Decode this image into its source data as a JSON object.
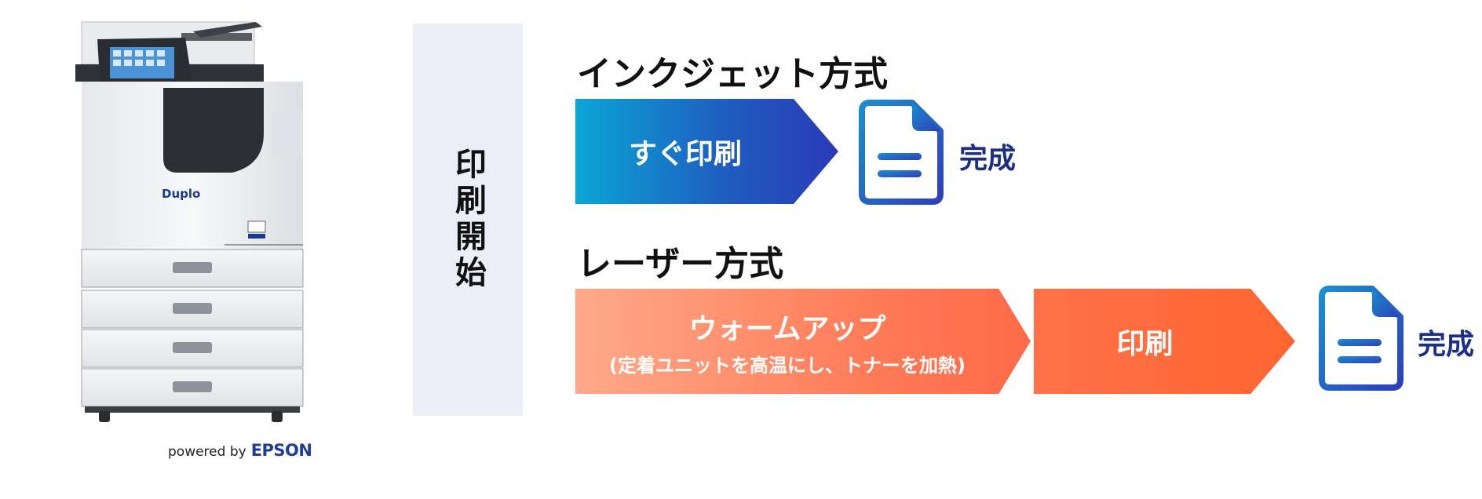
{
  "printer": {
    "brand": "Duplo",
    "powered_by": "powered by",
    "epson": "EPSON"
  },
  "start_label": "印刷開始",
  "inkjet": {
    "heading": "インクジェット方式",
    "step1": "すぐ印刷",
    "done": "完成"
  },
  "laser": {
    "heading": "レーザー方式",
    "step1": "ウォームアップ",
    "step1_note": "(定着ユニットを高温にし、トナーを加熱)",
    "step2": "印刷",
    "done": "完成"
  },
  "colors": {
    "inkjet_gradient": [
      "#0ba6d6",
      "#2a3ab8"
    ],
    "laser_gradient": [
      "#ffa98a",
      "#ff6530"
    ],
    "done_text": "#1c2f86",
    "start_column_bg": "#eceef7"
  }
}
